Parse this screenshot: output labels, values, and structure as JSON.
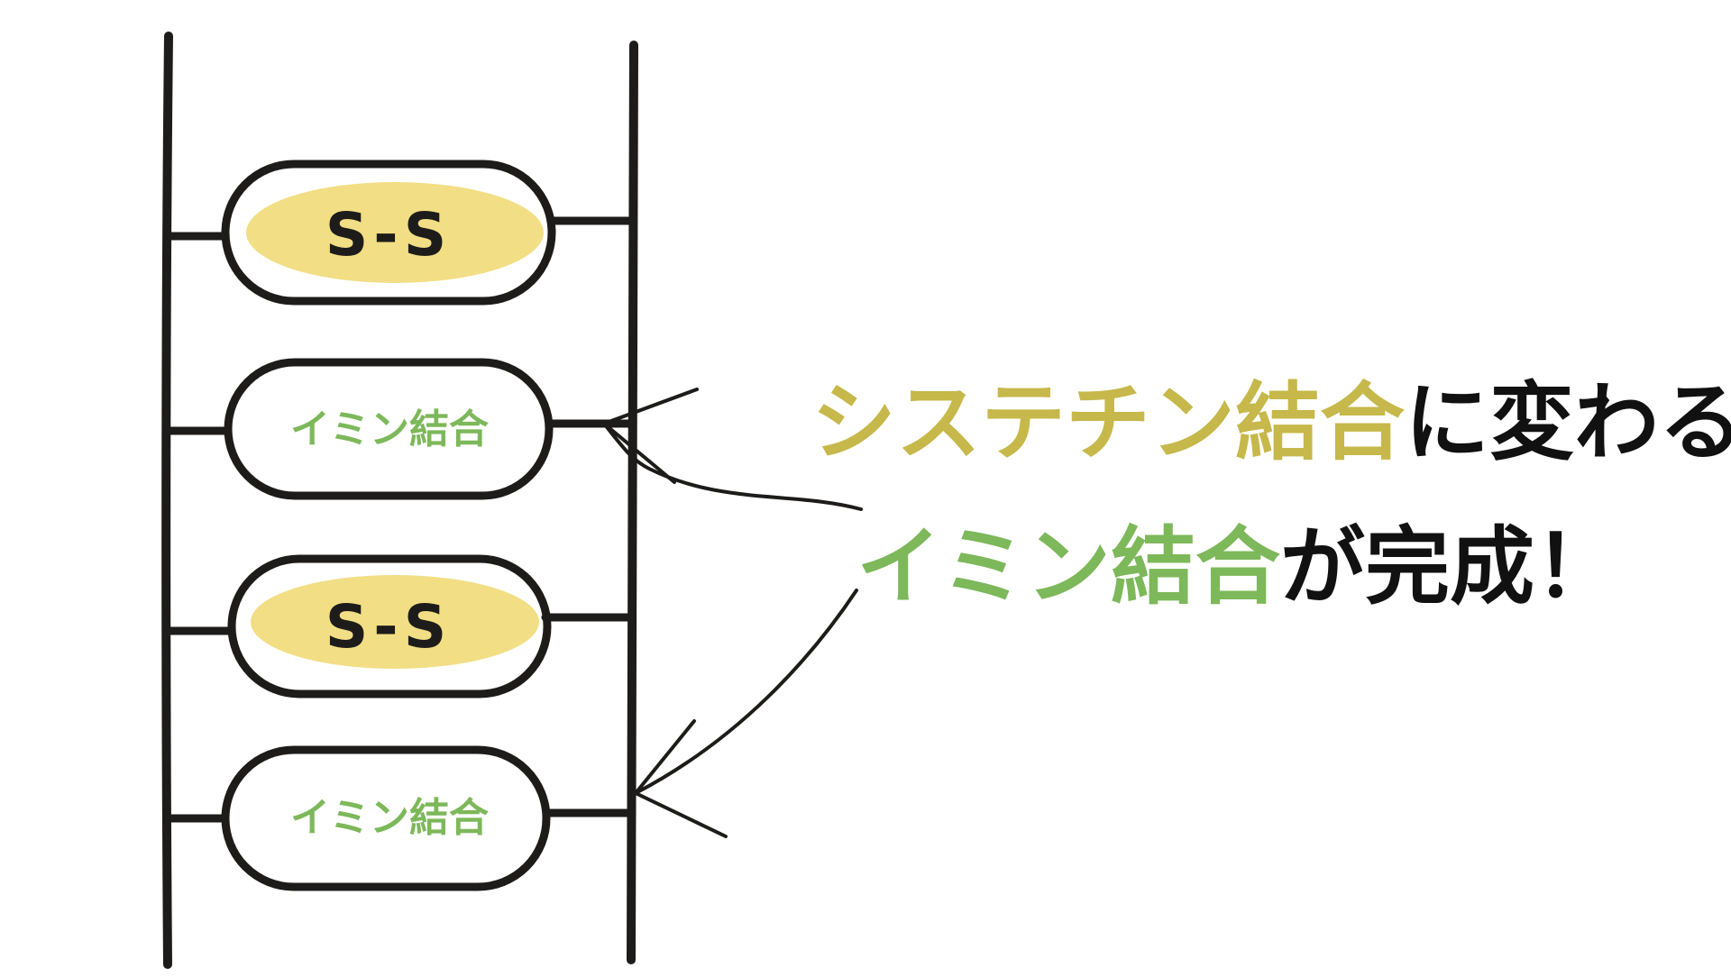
{
  "ladder": {
    "rungs": [
      {
        "kind": "disulfide",
        "label": "S-S"
      },
      {
        "kind": "imine",
        "label": "イミン結合"
      },
      {
        "kind": "disulfide",
        "label": "S-S"
      },
      {
        "kind": "imine",
        "label": "イミン結合"
      }
    ]
  },
  "caption": {
    "line1": {
      "highlight": "システチン結合",
      "rest": "に変わる"
    },
    "line2": {
      "highlight": "イミン結合",
      "rest": "が完成！"
    }
  },
  "colors": {
    "ink": "#1e1c1a",
    "disulfide_fill": "#f0d86e",
    "imine_text": "#7db85a",
    "cystine_text": "#c6b84a",
    "caption_text": "#111111"
  }
}
